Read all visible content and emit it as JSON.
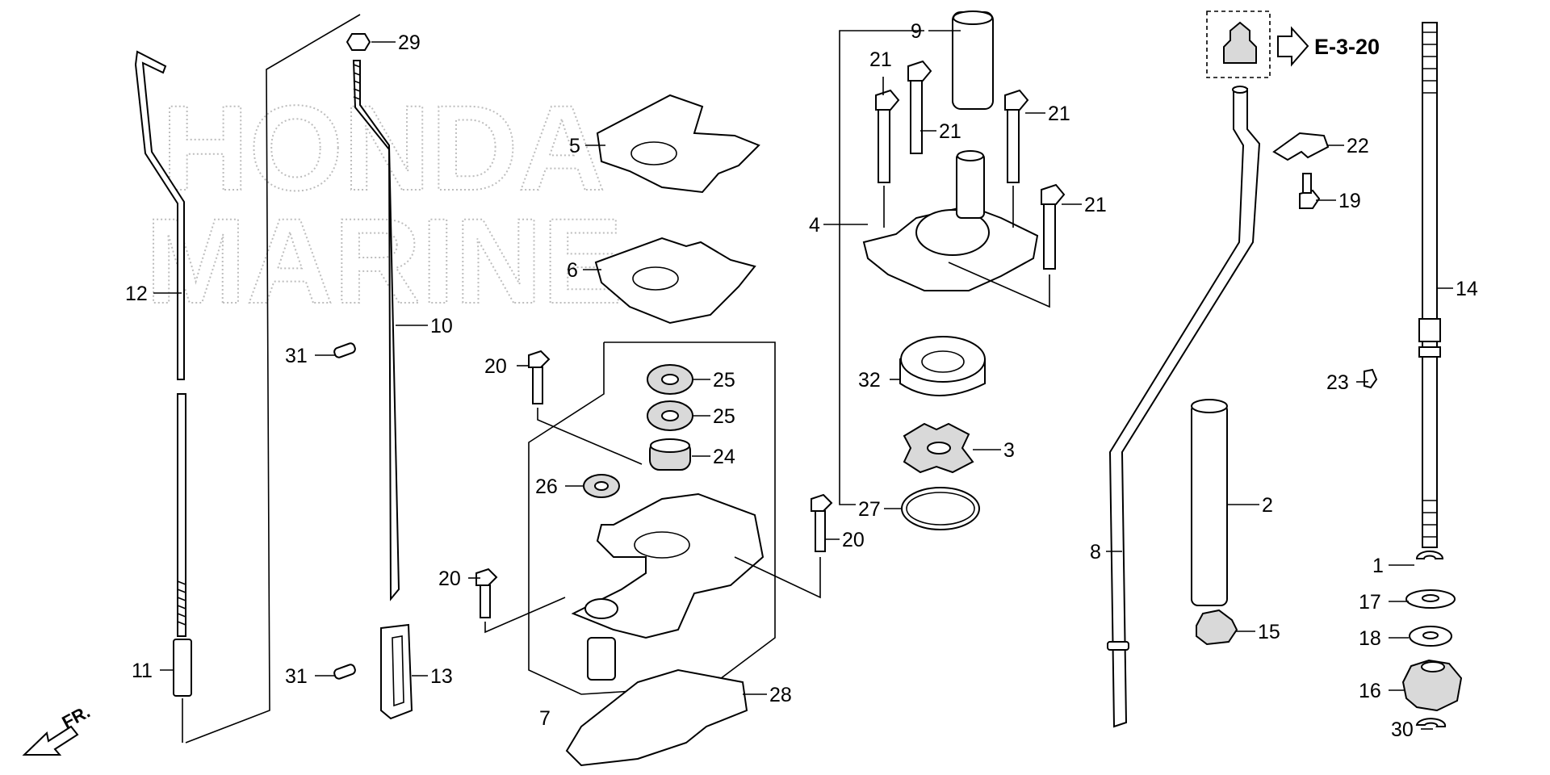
{
  "watermark": {
    "line1": "HONDA",
    "line2": "MARINE"
  },
  "reference": {
    "label": "E-3-20"
  },
  "direction": {
    "label": "FR."
  },
  "callouts": [
    {
      "n": "1"
    },
    {
      "n": "2"
    },
    {
      "n": "3"
    },
    {
      "n": "4"
    },
    {
      "n": "5"
    },
    {
      "n": "6"
    },
    {
      "n": "7"
    },
    {
      "n": "8"
    },
    {
      "n": "9"
    },
    {
      "n": "10"
    },
    {
      "n": "11"
    },
    {
      "n": "12"
    },
    {
      "n": "13"
    },
    {
      "n": "14"
    },
    {
      "n": "15"
    },
    {
      "n": "16"
    },
    {
      "n": "17"
    },
    {
      "n": "18"
    },
    {
      "n": "19"
    },
    {
      "n": "20"
    },
    {
      "n": "20"
    },
    {
      "n": "20"
    },
    {
      "n": "21"
    },
    {
      "n": "21"
    },
    {
      "n": "21"
    },
    {
      "n": "21"
    },
    {
      "n": "22"
    },
    {
      "n": "23"
    },
    {
      "n": "24"
    },
    {
      "n": "25"
    },
    {
      "n": "25"
    },
    {
      "n": "26"
    },
    {
      "n": "27"
    },
    {
      "n": "28"
    },
    {
      "n": "29"
    },
    {
      "n": "30"
    },
    {
      "n": "31"
    },
    {
      "n": "31"
    },
    {
      "n": "32"
    }
  ]
}
